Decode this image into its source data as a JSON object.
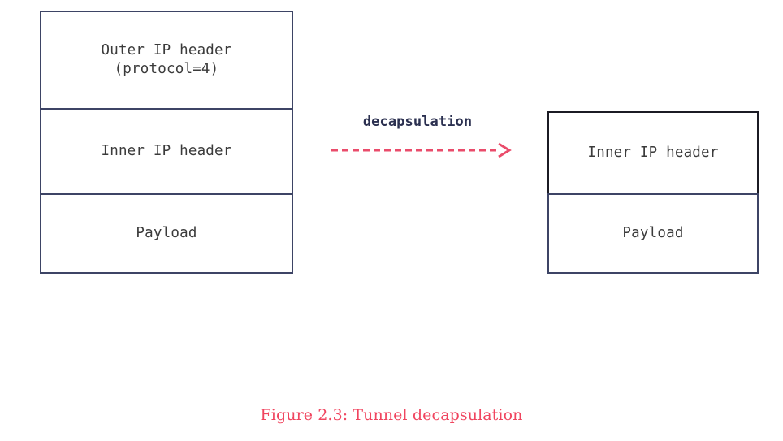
{
  "figure": {
    "caption": "Figure 2.3: Tunnel decapsulation",
    "background_color": "#ffffff",
    "accent_color": "#f0455f",
    "border_color": "#3d4465",
    "text_color": "#3b3b3b",
    "label_color": "#2b3050"
  },
  "left_packet": {
    "name": "encapsulated-packet",
    "fields": [
      {
        "label": "Outer IP header\n(protocol=4)"
      },
      {
        "label": "Inner IP header"
      },
      {
        "label": "Payload"
      }
    ]
  },
  "transition": {
    "label": "decapsulation",
    "arrow_icon": "dashed-arrow-right-icon",
    "arrow_color": "#ea4c6b",
    "direction": "right",
    "style": "dashed"
  },
  "right_packet": {
    "name": "decapsulated-packet",
    "fields": [
      {
        "label": "Inner IP header"
      },
      {
        "label": "Payload"
      }
    ]
  }
}
